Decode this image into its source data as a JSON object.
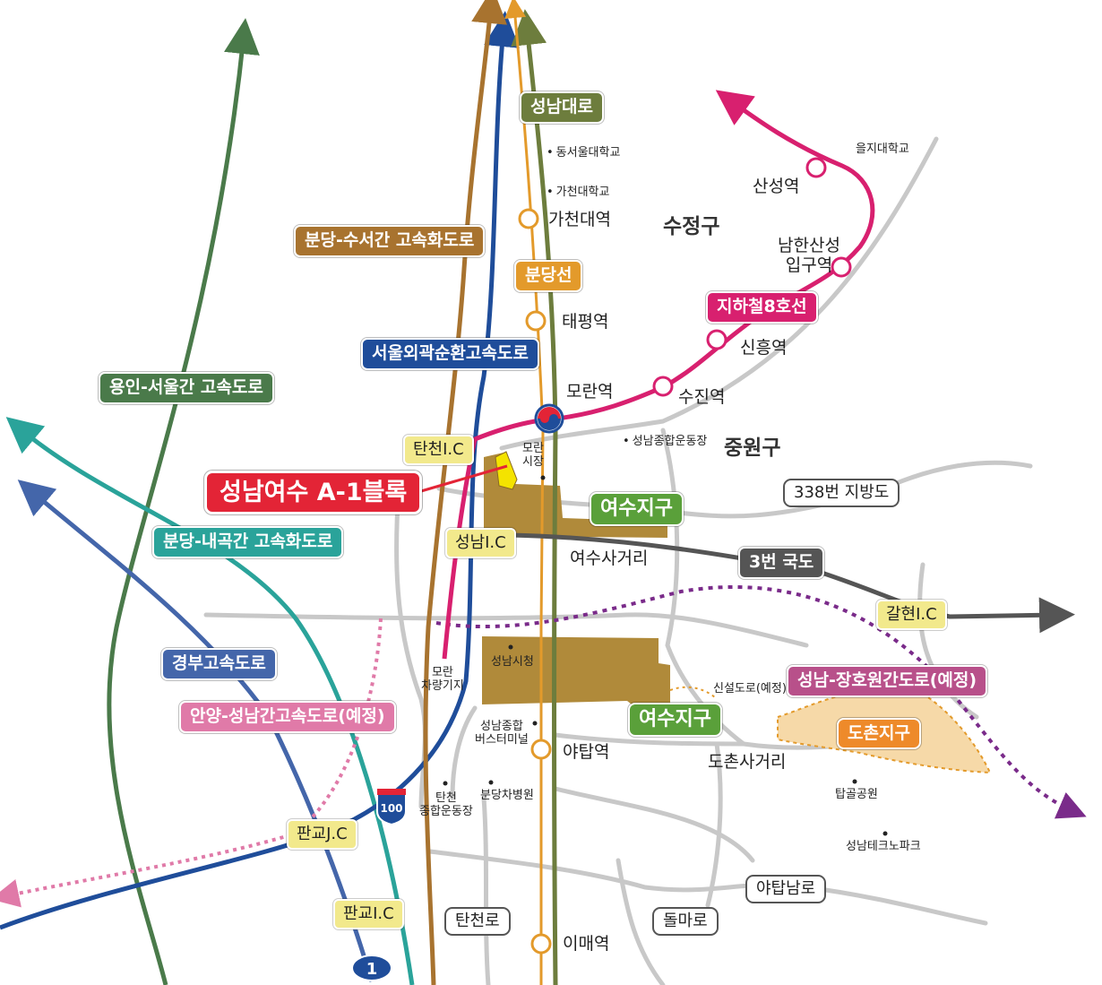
{
  "colors": {
    "yongin_seoul": "#4a7a4a",
    "bundang_suseo": "#a8732f",
    "outer_ring": "#1f4d9a",
    "seongnam_daero": "#6d7d3d",
    "bundang_line": "#e39a2b",
    "line8": "#d8206f",
    "bundang_naegok": "#2aa39a",
    "gyeongbu": "#4466aa",
    "anyang_seongnam": "#e07aa8",
    "jangho": "#7a2b8a",
    "route3": "#555555",
    "district_fill": "#b08a3a",
    "site": "#f4e300",
    "dochon": "#f6d9a8",
    "road": "#c8c8c8",
    "ic_fill": "#f2e98c",
    "highlight": "#e32436",
    "yeosu_zone": "#5aa03a",
    "dochon_zone": "#ee8a2a"
  },
  "highways": {
    "yongin_seoul": "용인-서울간 고속도로",
    "bundang_suseo": "분당-수서간 고속화도로",
    "outer_ring": "서울외곽순환고속도로",
    "seongnam_daero": "성남대로",
    "bundang_line": "분당선",
    "line8": "지하철8호선",
    "bundang_naegok": "분당-내곡간 고속화도로",
    "gyeongbu": "경부고속도로",
    "anyang_seongnam": "안양-성남간고속도로(예정)",
    "jangho": "성남-장호원간도로(예정)",
    "route3": "3번 국도",
    "route338": "338번 지방도"
  },
  "interchanges": {
    "tancheon": "탄천I.C",
    "seongnam": "성남I.C",
    "pangyo_jc": "판교J.C",
    "pangyo_ic": "판교I.C",
    "galhyeon": "갈현I.C"
  },
  "roads": {
    "tancheon_ro": "탄천로",
    "dolma_ro": "돌마로",
    "yatap_nam_ro": "야탑남로",
    "new_road": "신설도로(예정)"
  },
  "route_shields": {
    "expressway_100": "100",
    "expressway_1": "1"
  },
  "stations": {
    "gachon": "가천대역",
    "taepyeong": "태평역",
    "moran": "모란역",
    "yatap": "야탑역",
    "imae": "이매역",
    "sanseong": "산성역",
    "namhansanseong": "남한산성\n입구역",
    "sinheung": "신흥역",
    "sujin": "수진역"
  },
  "districts": {
    "sujeong": "수정구",
    "jungwon": "중원구"
  },
  "zones": {
    "highlight": "성남여수 A-1블록",
    "yeosu_north": "여수지구",
    "yeosu_south": "여수지구",
    "dochon": "도촌지구"
  },
  "places": {
    "dongseoul_univ": "동서울대학교",
    "gachon_univ": "가천대학교",
    "eulji_univ": "을지대학교",
    "moran_market": "모란\n시장",
    "sports_complex": "성남종합운동장",
    "yeosu_crossroad": "여수사거리",
    "city_hall": "성남시청",
    "moran_depot": "모란\n차량기지",
    "bus_terminal": "성남종합\n버스터미널",
    "tancheon_sports": "탄천\n종합운동장",
    "bundang_hospital": "분당차병원",
    "dochon_crossroad": "도촌사거리",
    "tapgol_park": "탑골공원",
    "techno_park": "성남테크노파크"
  }
}
